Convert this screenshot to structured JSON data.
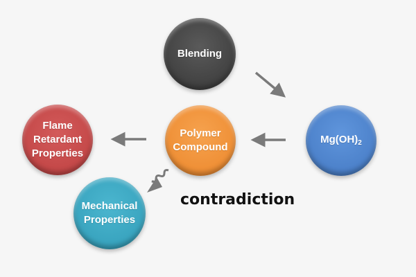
{
  "nodes": {
    "blending": {
      "label": "Blending",
      "color": "#444444"
    },
    "mgoh": {
      "label_main": "Mg(OH)",
      "label_sub": "2",
      "color": "#4a7fc8"
    },
    "polymer": {
      "label_line1": "Polymer",
      "label_line2": "Compound",
      "color": "#ee8d33"
    },
    "flame": {
      "label_line1": "Flame",
      "label_line2": "Retardant",
      "label_line3": "Properties",
      "color": "#c24646"
    },
    "mech": {
      "label_line1": "Mechanical",
      "label_line2": "Properties",
      "color": "#37a2bd"
    }
  },
  "edges": [
    {
      "from": "blending",
      "to": "mgoh",
      "style": "straight-arrow"
    },
    {
      "from": "mgoh",
      "to": "polymer",
      "style": "straight-arrow"
    },
    {
      "from": "polymer",
      "to": "flame",
      "style": "straight-arrow"
    },
    {
      "from": "polymer",
      "to": "mech",
      "style": "wavy-arrow"
    }
  ],
  "annotation": {
    "text": "contradiction"
  },
  "colors": {
    "arrow": "#7a7a7a",
    "background": "#f6f6f6"
  }
}
